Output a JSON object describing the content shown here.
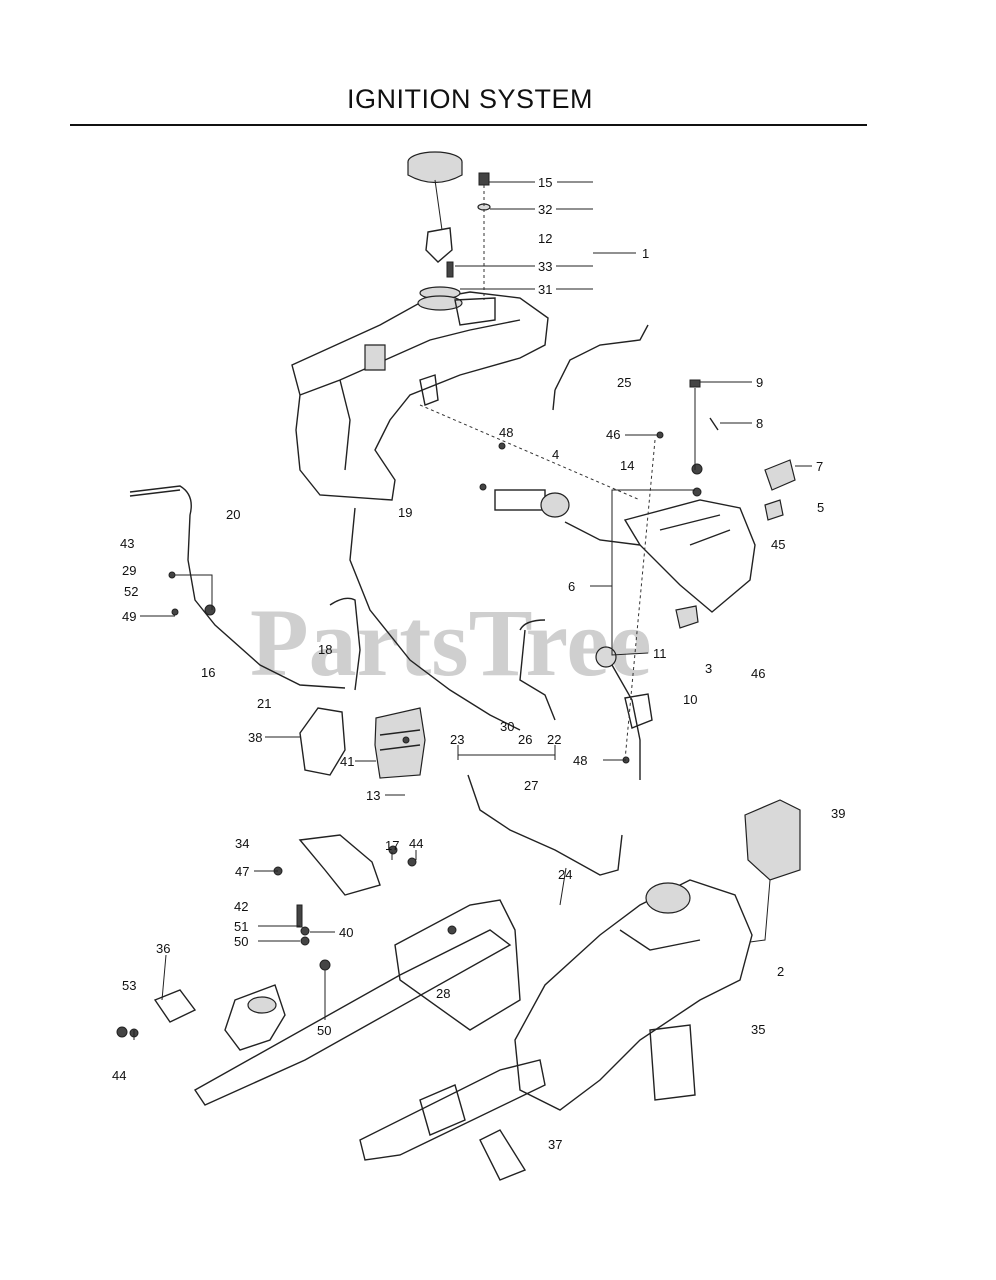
{
  "title": "IGNITION SYSTEM",
  "watermark": "PartsTree",
  "part_labels": [
    "15",
    "32",
    "12",
    "1",
    "33",
    "31",
    "25",
    "9",
    "8",
    "48",
    "46",
    "14",
    "4",
    "7",
    "5",
    "20",
    "19",
    "45",
    "43",
    "29",
    "52",
    "49",
    "6",
    "18",
    "11",
    "3",
    "46",
    "16",
    "21",
    "10",
    "30",
    "26",
    "22",
    "23",
    "48",
    "38",
    "41",
    "13",
    "27",
    "39",
    "34",
    "17",
    "44",
    "47",
    "24",
    "42",
    "51",
    "40",
    "50",
    "36",
    "53",
    "28",
    "2",
    "50",
    "35",
    "44",
    "37"
  ]
}
